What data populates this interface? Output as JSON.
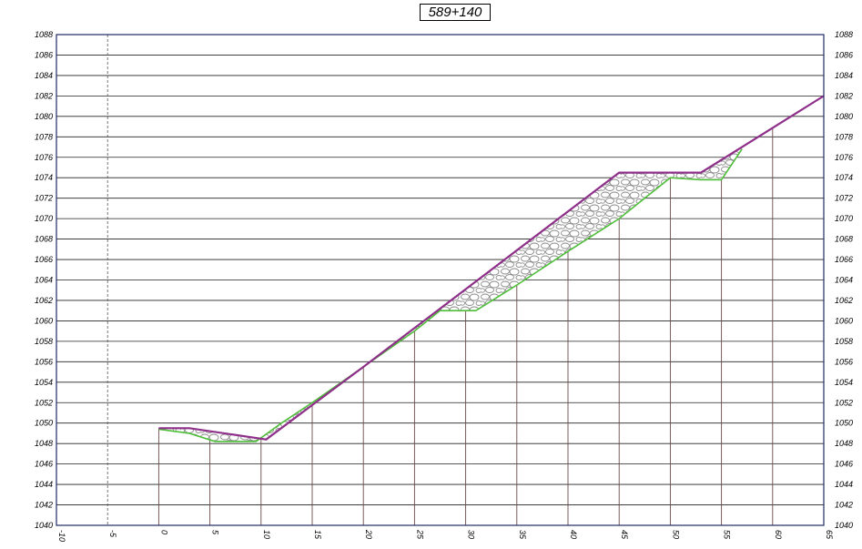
{
  "chart_data": {
    "type": "line",
    "title": "589+140",
    "xlim": [
      -10,
      65
    ],
    "ylim": [
      1040,
      1088
    ],
    "x_ticks": [
      "-10",
      "-5",
      "0",
      "5",
      "10",
      "15",
      "20",
      "25",
      "30",
      "35",
      "40",
      "45",
      "50",
      "55",
      "60",
      "65"
    ],
    "y_ticks": [
      "1040",
      "1042",
      "1044",
      "1046",
      "1048",
      "1050",
      "1052",
      "1054",
      "1056",
      "1058",
      "1060",
      "1062",
      "1064",
      "1066",
      "1068",
      "1070",
      "1072",
      "1074",
      "1076",
      "1078",
      "1080",
      "1082",
      "1084",
      "1086",
      "1088"
    ],
    "grid": "horizontal",
    "station_lines_x": [
      0,
      5,
      10,
      15,
      20,
      25,
      30,
      35,
      40,
      45,
      50,
      55,
      60
    ],
    "series": [
      {
        "color": "#8e2f8a",
        "x": [
          0,
          3,
          10.5,
          20,
          45,
          53,
          57,
          65
        ],
        "y": [
          1049.5,
          1049.5,
          1048.4,
          1055.5,
          1074.5,
          1074.5,
          1077,
          1082
        ]
      },
      {
        "color": "#4fbf3a",
        "x": [
          0,
          3,
          5.5,
          9.5,
          12,
          15,
          20,
          25,
          27.5,
          31,
          35,
          40,
          45,
          50,
          53,
          55,
          57
        ],
        "y": [
          1049.4,
          1049,
          1048.2,
          1048.2,
          1050,
          1052,
          1055.5,
          1059,
          1061,
          1061,
          1063.5,
          1066.8,
          1070,
          1074,
          1073.8,
          1073.8,
          1076.8
        ]
      }
    ],
    "fill": {
      "color": "#8a8a8a",
      "pattern": "riprap"
    }
  }
}
